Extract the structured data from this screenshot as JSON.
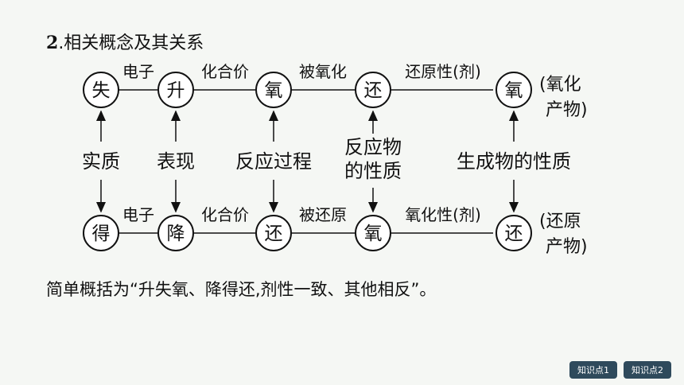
{
  "heading": {
    "number": "2",
    "title": ".相关概念及其关系"
  },
  "top_row": {
    "nodes": [
      "失",
      "升",
      "氧",
      "还",
      "氧"
    ],
    "links": [
      "电子",
      "化合价",
      "被氧化",
      "还原性(剂)"
    ],
    "end_note": [
      "(氧化",
      "产物)"
    ]
  },
  "bottom_row": {
    "nodes": [
      "得",
      "降",
      "还",
      "氧",
      "还"
    ],
    "links": [
      "电子",
      "化合价",
      "被还原",
      "氧化性(剂)"
    ],
    "end_note": [
      "(还原",
      "产物)"
    ]
  },
  "middle_labels": [
    "实质",
    "表现",
    "反应过程",
    "反应物",
    "的性质",
    "生成物的性质"
  ],
  "summary": "简单概括为“升失氧、降得还,剂性一致、其他相反”。",
  "nav": {
    "btn1": "知识点1",
    "btn2": "知识点2"
  }
}
